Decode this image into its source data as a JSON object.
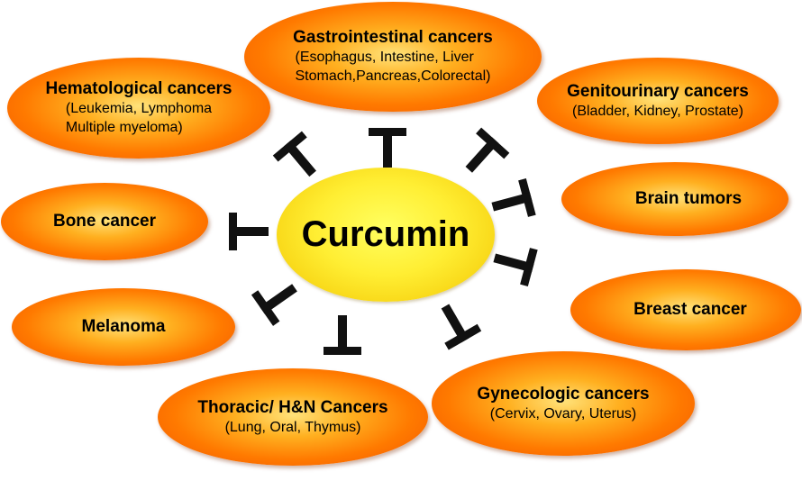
{
  "center": {
    "label": "Curcumin"
  },
  "cancers": {
    "gastro": {
      "title": "Gastrointestinal cancers",
      "line1": "(Esophagus, Intestine, Liver",
      "line2": "Stomach,Pancreas,Colorectal)"
    },
    "hematological": {
      "title": "Hematological cancers",
      "line1": "(Leukemia, Lymphoma",
      "line2": "Multiple myeloma)"
    },
    "genitourinary": {
      "title": "Genitourinary cancers",
      "line1": "(Bladder, Kidney, Prostate)"
    },
    "bone": {
      "title": "Bone cancer"
    },
    "brain": {
      "title": "Brain tumors"
    },
    "melanoma": {
      "title": "Melanoma"
    },
    "breast": {
      "title": "Breast cancer"
    },
    "thoracic": {
      "title": "Thoracic/ H&N Cancers",
      "line1": "(Lung, Oral, Thymus)"
    },
    "gynecologic": {
      "title": "Gynecologic cancers",
      "line1": "(Cervix, Ovary, Uterus)"
    }
  },
  "colors": {
    "outer_ellipse": "#ff7a00",
    "center_ellipse": "#ffee33",
    "inhibitor": "#111111"
  },
  "icons": {
    "inhibitor_symbol": "T-bar inhibition"
  }
}
